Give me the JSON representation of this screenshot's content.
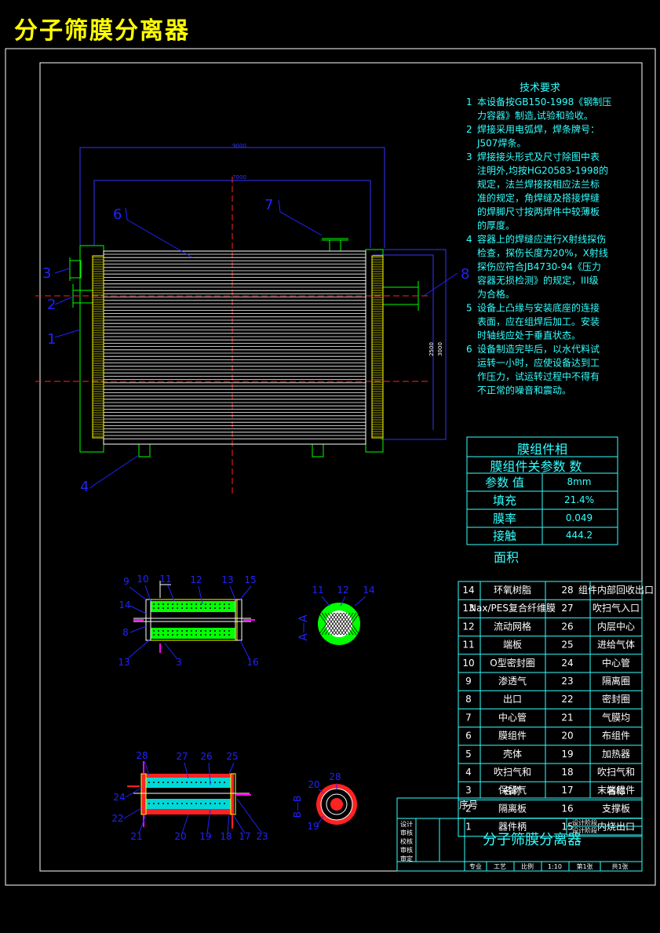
{
  "title": "分子筛膜分离器",
  "dims": {
    "width_total": "9000",
    "width_inner": "7000",
    "height_a": "2500",
    "height_b": "3000"
  },
  "callouts_main": [
    "1",
    "2",
    "3",
    "4",
    "6",
    "7",
    "8"
  ],
  "tech": {
    "heading": "技术要求",
    "items": [
      {
        "n": "1",
        "lines": [
          "本设备按GB150-1998《钢制压",
          "力容器》制造,试验和验收。"
        ]
      },
      {
        "n": "2",
        "lines": [
          "焊接采用电弧焊，焊条牌号：",
          "J507焊条。"
        ]
      },
      {
        "n": "3",
        "lines": [
          "焊接接头形式及尺寸除图中表",
          "注明外,均按HG20583-1998的",
          "规定，法兰焊接按相应法兰标",
          "准的规定，角焊缝及搭接焊缝",
          "的焊脚尺寸按两焊件中较薄板",
          "的厚度。"
        ]
      },
      {
        "n": "4",
        "lines": [
          "容器上的焊缝应进行X射线探伤",
          "检查，探伤长度为20%，X射线",
          "探伤应符合JB4730-94《压力",
          "容器无损检测》的规定，III级",
          "为合格。"
        ]
      },
      {
        "n": "5",
        "lines": [
          "设备上凸缘与安装底座的连接",
          "表面，应在组焊后加工。安装",
          "时轴线应处于垂直状态。"
        ]
      },
      {
        "n": "6",
        "lines": [
          "设备制造完毕后，以水代料试",
          "运转一小时，应使设备达到工",
          "作压力，试运转过程中不得有",
          "不正常的噪音和震动。"
        ]
      }
    ]
  },
  "param_table": {
    "title1": "膜组件相",
    "title2": "膜组件关参数  数",
    "rows": [
      {
        "label": "参数 值",
        "value": "8mm"
      },
      {
        "label": "填充",
        "value": "21.4%"
      },
      {
        "label": "膜率",
        "value": "0.049"
      },
      {
        "label": "接触",
        "value": "444.2"
      }
    ],
    "footer": "面积"
  },
  "detail_top": {
    "callouts": [
      "9",
      "10",
      "11",
      "12",
      "13",
      "15",
      "14",
      "8",
      "13",
      "3",
      "16"
    ],
    "section_label": "A—A",
    "section_callouts": [
      "11",
      "12",
      "14"
    ]
  },
  "detail_bottom": {
    "callouts": [
      "28",
      "27",
      "26",
      "25",
      "24",
      "22",
      "21",
      "20",
      "19",
      "18",
      "17",
      "23"
    ],
    "section_label": "B—B",
    "section_callouts": [
      "20",
      "28",
      "19"
    ]
  },
  "parts": {
    "left": [
      {
        "no": "14",
        "name": "环氧树脂"
      },
      {
        "no": "13",
        "name": "Nax/PES复合纤维膜"
      },
      {
        "no": "12",
        "name": "流动网格"
      },
      {
        "no": "11",
        "name": "端板"
      },
      {
        "no": "10",
        "name": "O型密封圈"
      },
      {
        "no": "9",
        "name": "渗透气"
      },
      {
        "no": "8",
        "name": "出口"
      },
      {
        "no": "7",
        "name": "中心管"
      },
      {
        "no": "6",
        "name": "膜组件"
      },
      {
        "no": "5",
        "name": "壳体"
      },
      {
        "no": "4",
        "name": "吹扫气和"
      },
      {
        "no": "3",
        "name": "保留气"
      },
      {
        "no": "2",
        "name": "隔离板"
      },
      {
        "no": "1",
        "name": "器件柄"
      }
    ],
    "right": [
      {
        "no": "28",
        "name": "组件内部回收出口"
      },
      {
        "no": "27",
        "name": "吹扫气入口"
      },
      {
        "no": "26",
        "name": "内层中心"
      },
      {
        "no": "25",
        "name": "进给气体"
      },
      {
        "no": "24",
        "name": "中心管"
      },
      {
        "no": "23",
        "name": "隔离圈"
      },
      {
        "no": "22",
        "name": "密封圈"
      },
      {
        "no": "21",
        "name": "气膜均"
      },
      {
        "no": "20",
        "name": "布组件"
      },
      {
        "no": "19",
        "name": "加热器"
      },
      {
        "no": "18",
        "name": "吹扫气和"
      },
      {
        "no": "17",
        "name": "末端组件"
      },
      {
        "no": "16",
        "name": "支撑板"
      },
      {
        "no": "15",
        "name": "内烧出口"
      }
    ],
    "header_no": "序号",
    "header_name": "名称"
  },
  "title_block": {
    "drawing_name": "分子筛膜分离器",
    "left_labels": [
      "设计",
      "审核",
      "校核",
      "审核",
      "审定"
    ],
    "mid_labels": [
      "设计阶段",
      "设计阶段"
    ],
    "bottom": [
      "专业",
      "工艺",
      "比例",
      "1:10",
      "第1张",
      "共1张"
    ]
  },
  "colors": {
    "frame": "#ffffff",
    "drawing": "#ffffff",
    "table": "#00ffff",
    "callout": "#2222ff",
    "dim": "#3333ff",
    "yellow": "#ffff00",
    "green": "#00ff00",
    "red": "#ff2222",
    "magenta": "#ff00ff",
    "text": "#33ffff"
  }
}
